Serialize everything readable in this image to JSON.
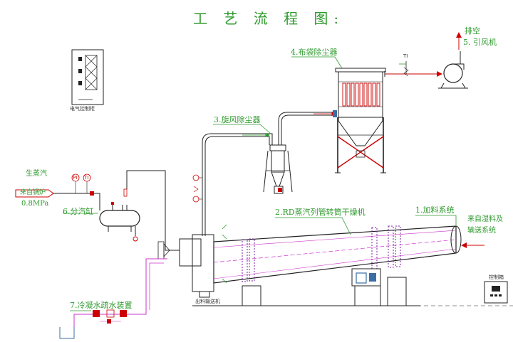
{
  "title": "工 艺 流 程 图:",
  "labels": {
    "exhaust": "排空",
    "fan": "5. 引风机",
    "bag_filter": "4.布袋除尘器",
    "ti": "TI",
    "electrical_cabinet": "电气控制柜",
    "cyclone": "3.旋风除尘器",
    "raw_steam": "生蒸汽",
    "from_boiler": "来自锅炉",
    "pressure": "0.8MPa",
    "pi": "PI",
    "ti2": "TI",
    "steam_header": "6.分汽缸",
    "dryer": "2.RD蒸汽列管转筒干燥机",
    "feeding": "1.加料系统",
    "from_wet_material": "来自湿料及",
    "conveying": "输送系统",
    "condensate": "7.冷凝水疏水装置",
    "outlet_conveyor": "出料输送机",
    "control_box": "控制箱"
  },
  "colors": {
    "line": "#2a2a2a",
    "label": "#2e9a2e",
    "steam": "#cc0000",
    "air": "#cc0000",
    "condensate": "#cc33cc",
    "accent": "#7a1fa2"
  }
}
